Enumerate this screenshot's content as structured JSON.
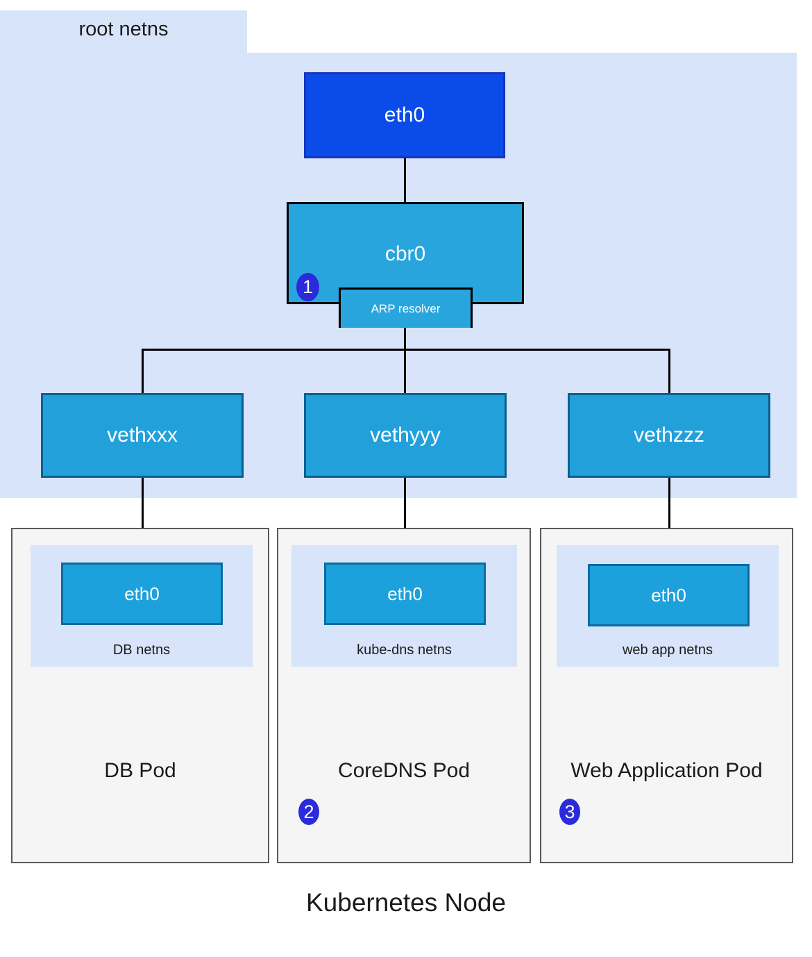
{
  "diagram": {
    "title": "Kubernetes Node",
    "root_netns": {
      "label": "root netns"
    },
    "root_nodes": {
      "eth0": "eth0",
      "cbr0": "cbr0",
      "arp_resolver": "ARP resolver",
      "veths": [
        "vethxxx",
        "vethyyy",
        "vethzzz"
      ]
    },
    "pods": [
      {
        "title": "DB Pod",
        "netns_label": "DB netns",
        "interface": "eth0",
        "badge": ""
      },
      {
        "title": "CoreDNS Pod",
        "netns_label": "kube-dns netns",
        "interface": "eth0",
        "badge": "2"
      },
      {
        "title": "Web Application Pod",
        "netns_label": "web app netns",
        "interface": "eth0",
        "badge": "3"
      }
    ],
    "badges": {
      "arp": "1",
      "coredns": "2",
      "webapp": "3"
    },
    "colors": {
      "netns_background": "#d7e4fa",
      "eth0_root_fill": "#0b4bea",
      "eth0_root_border": "#1a34b8",
      "bridge_fill": "#29a5dd",
      "veth_fill": "#22a0da",
      "veth_border": "#0b5f8f",
      "pod_fill": "#f5f5f5",
      "pod_border": "#595959",
      "badge_fill": "#2b2bdb",
      "line": "#000000",
      "text_dark": "#1b1b1b",
      "text_light": "#ffffff"
    }
  }
}
